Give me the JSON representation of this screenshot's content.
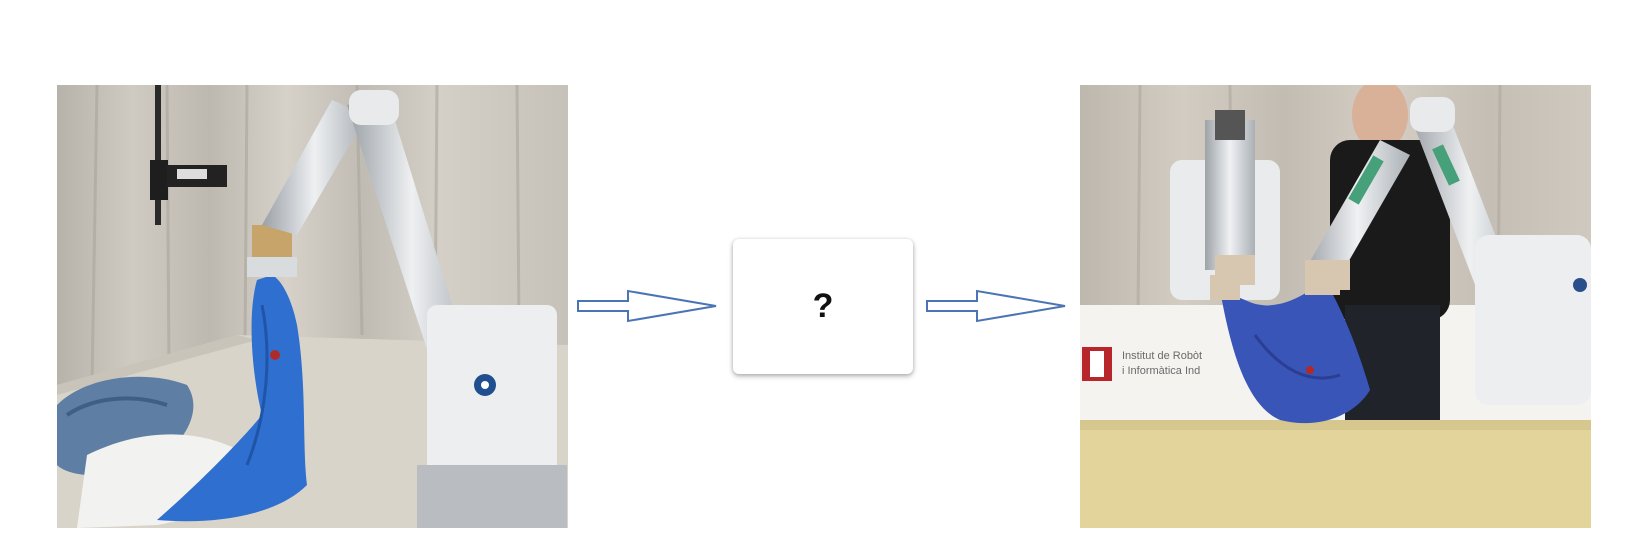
{
  "diagram": {
    "input_image": {
      "description": "robot-arm-grasping-blue-shirt-from-clothes-pile"
    },
    "middle_box": {
      "label": "?"
    },
    "output_image": {
      "description": "two-robot-arms-holding-blue-shirt-over-table",
      "sign_text": [
        "Institut de Robòt",
        "i Informàtica Ind"
      ]
    },
    "arrows": [
      {
        "from": "input_image",
        "to": "middle_box"
      },
      {
        "from": "middle_box",
        "to": "output_image"
      }
    ],
    "colors": {
      "arrow_stroke": "#4a74b4",
      "background": "#ffffff"
    }
  }
}
